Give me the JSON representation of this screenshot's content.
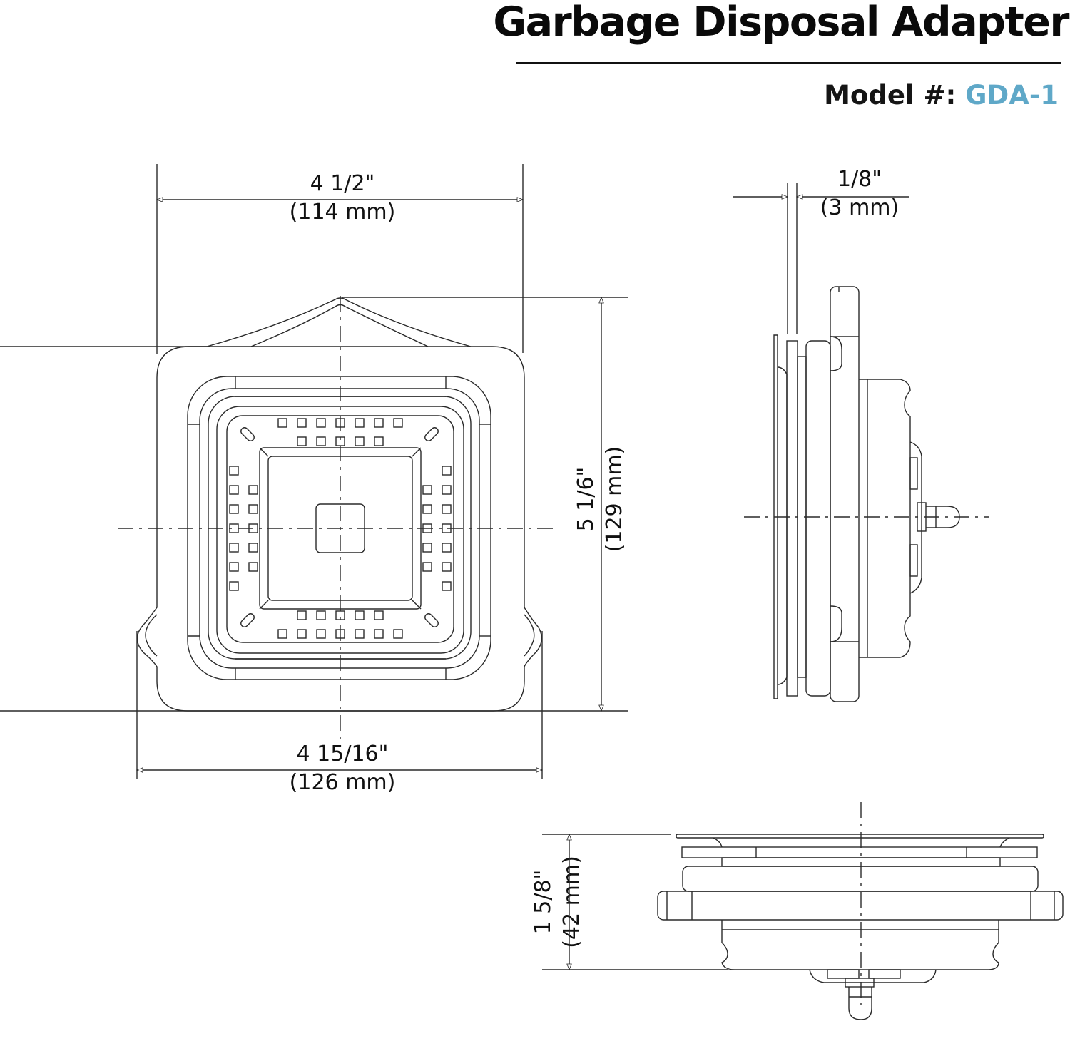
{
  "header": {
    "title": "Garbage Disposal Adapter",
    "model_label": "Model #:",
    "model_value": "GDA-1",
    "model_color": "#5fa8c8"
  },
  "dimensions": {
    "top_width": {
      "imperial": "4 1/2\"",
      "metric": "(114 mm)"
    },
    "bottom_width": {
      "imperial": "4 15/16\"",
      "metric": "(126 mm)"
    },
    "height": {
      "imperial": "5 1/6\"",
      "metric": "(129 mm)"
    },
    "thickness": {
      "imperial": "1/8\"",
      "metric": "(3 mm)"
    },
    "depth": {
      "imperial": "1 5/8\"",
      "metric": "(42 mm)"
    }
  }
}
